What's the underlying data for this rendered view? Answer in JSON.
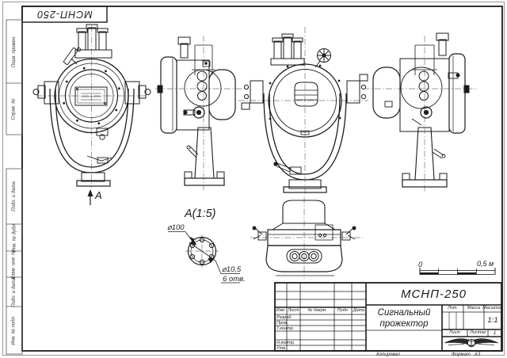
{
  "corner_stamp": {
    "text": "МСНП-250"
  },
  "frame_columns": {
    "top": [
      "Перв. примен.",
      "Справ. №"
    ],
    "bottom": [
      "Подп. и дата",
      "Инв. № дубл.",
      "Взам. инв. №",
      "Подп. и дата",
      "Инв. № подл."
    ]
  },
  "views": {
    "arrow_label": "А"
  },
  "detail": {
    "label": "А(1:5)",
    "dim_outer": "⌀100",
    "dim_hole": "⌀10,5",
    "dim_hole_count": "6 отв."
  },
  "scale_bar": {
    "start": "0",
    "end": "0,5 м"
  },
  "title_block": {
    "doc_number": "МСНП-250",
    "title_line1": "Сигнальный",
    "title_line2": "прожектор",
    "col_izm": "Изм.",
    "col_list": "Лист",
    "col_doc": "№ докум.",
    "col_podp": "Подп.",
    "col_data": "Дата",
    "rows": [
      "Разраб.",
      "Пров.",
      "Т.контр.",
      "Н.контр.",
      "Утв."
    ],
    "lit_label": "Лит.",
    "mass_label": "Масса",
    "scale_label": "Масштаб",
    "scale_value": "1:1",
    "sheet_label": "Лист",
    "sheets_label": "Листов",
    "sheets_value": "1",
    "footer_copy": "Копировал",
    "footer_format_label": "Формат",
    "footer_format_value": "А3"
  },
  "colors": {
    "line": "#1c1c1c",
    "paper": "#ffffff"
  }
}
